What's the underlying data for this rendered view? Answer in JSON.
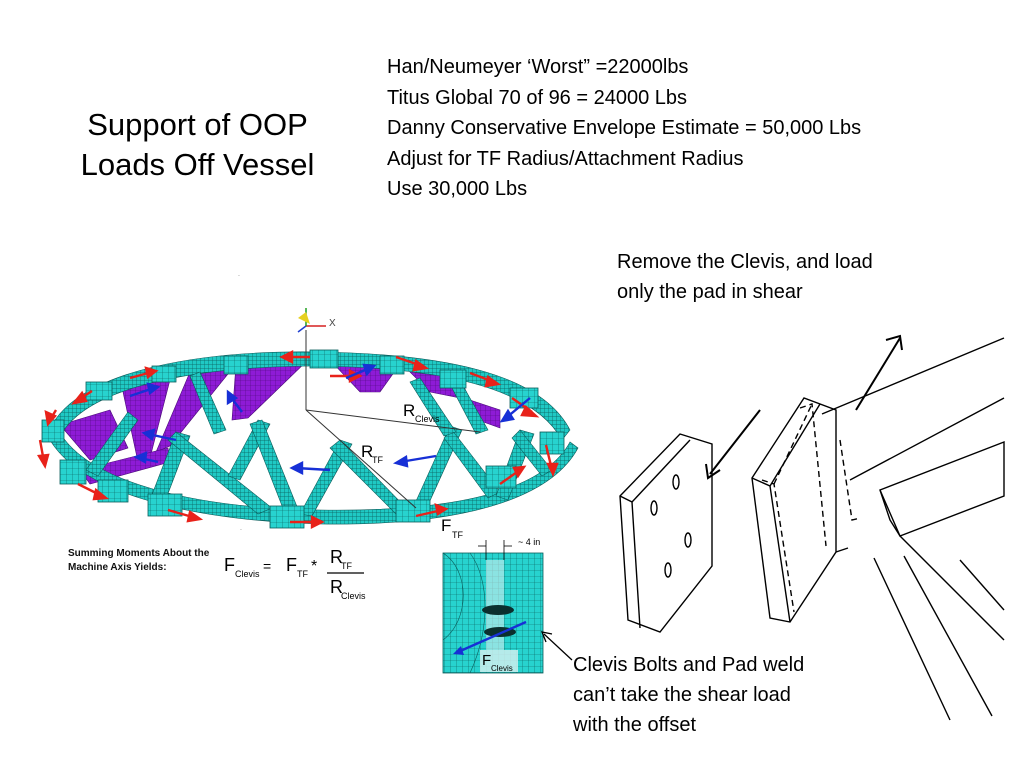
{
  "slide": {
    "title_lines": [
      "Support of OOP",
      "Loads Off Vessel"
    ],
    "bullets": [
      "Han/Neumeyer ‘Worst” =22000lbs",
      "Titus Global 70 of 96 = 24000 Lbs",
      "Danny Conservative Envelope Estimate = 50,000 Lbs",
      "Adjust for TF Radius/Attachment Radius",
      "Use 30,000 Lbs"
    ],
    "note_top_lines": [
      "Remove the Clevis, and load",
      "only the pad in shear"
    ],
    "note_bottom_lines": [
      "Clevis Bolts and Pad weld",
      "can’t take the shear load",
      "with the offset"
    ]
  },
  "diagram": {
    "axis_label": "X",
    "r_clevis": {
      "main": "R",
      "sub": "Clevis"
    },
    "r_tf": {
      "main": "R",
      "sub": "TF"
    },
    "f_tf": {
      "main": "F",
      "sub": "TF"
    },
    "moment_note_lines": [
      "Summing Moments About the",
      "Machine Axis Yields:"
    ],
    "equation": {
      "lhs_main": "F",
      "lhs_sub": "Clevis",
      "eq": "=",
      "mid_main": "F",
      "mid_sub": "TF",
      "times": "*",
      "num_main": "R",
      "num_sub": "TF",
      "den_main": "R",
      "den_sub": "Clevis"
    },
    "detail": {
      "dim_label": "~ 4 in",
      "force_main": "F",
      "force_sub": "Clevis"
    }
  },
  "colors": {
    "mesh_cyan": "#1fc9c4",
    "purple_member": "#8e1bd6",
    "force_red": "#e8221a",
    "force_blue": "#1730d6"
  }
}
